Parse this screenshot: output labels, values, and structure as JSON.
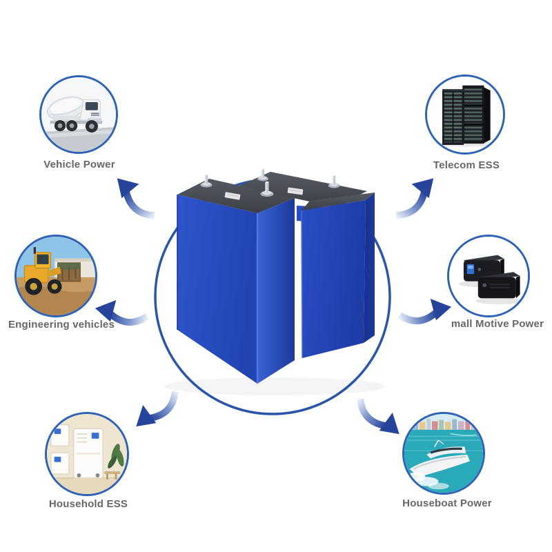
{
  "diagram": {
    "type": "product-application-diagram",
    "center_icon": "prismatic-battery-cells",
    "colors": {
      "circle_border_blue": "#2e62b5",
      "ring_blue": "#2a55a8",
      "arrow_dark_blue": "#26449a",
      "arrow_tail_light": "#e7edf7",
      "battery_blue": "#2b50c0",
      "battery_top_gray": "#464a52",
      "label_gray": "#666666",
      "background": "#ffffff"
    }
  },
  "items": [
    {
      "id": "vehicle-power",
      "label": "Vehicle Power",
      "position": "top-left",
      "icon": "cement-mixer-truck-photo"
    },
    {
      "id": "telecom-ess",
      "label": "Telecom ESS",
      "position": "top-right",
      "icon": "server-racks-photo"
    },
    {
      "id": "engineering-vehicles",
      "label": "Engineering vehicles",
      "position": "middle-left",
      "icon": "wheel-loader-photo"
    },
    {
      "id": "small-motive-power",
      "label": "mall Motive Power",
      "position": "middle-right",
      "icon": "ups-power-units-photo"
    },
    {
      "id": "household-ess",
      "label": "Household ESS",
      "position": "bottom-left",
      "icon": "home-battery-cabinet-photo"
    },
    {
      "id": "houseboat-power",
      "label": "Houseboat Power",
      "position": "bottom-right",
      "icon": "yacht-photo"
    }
  ]
}
